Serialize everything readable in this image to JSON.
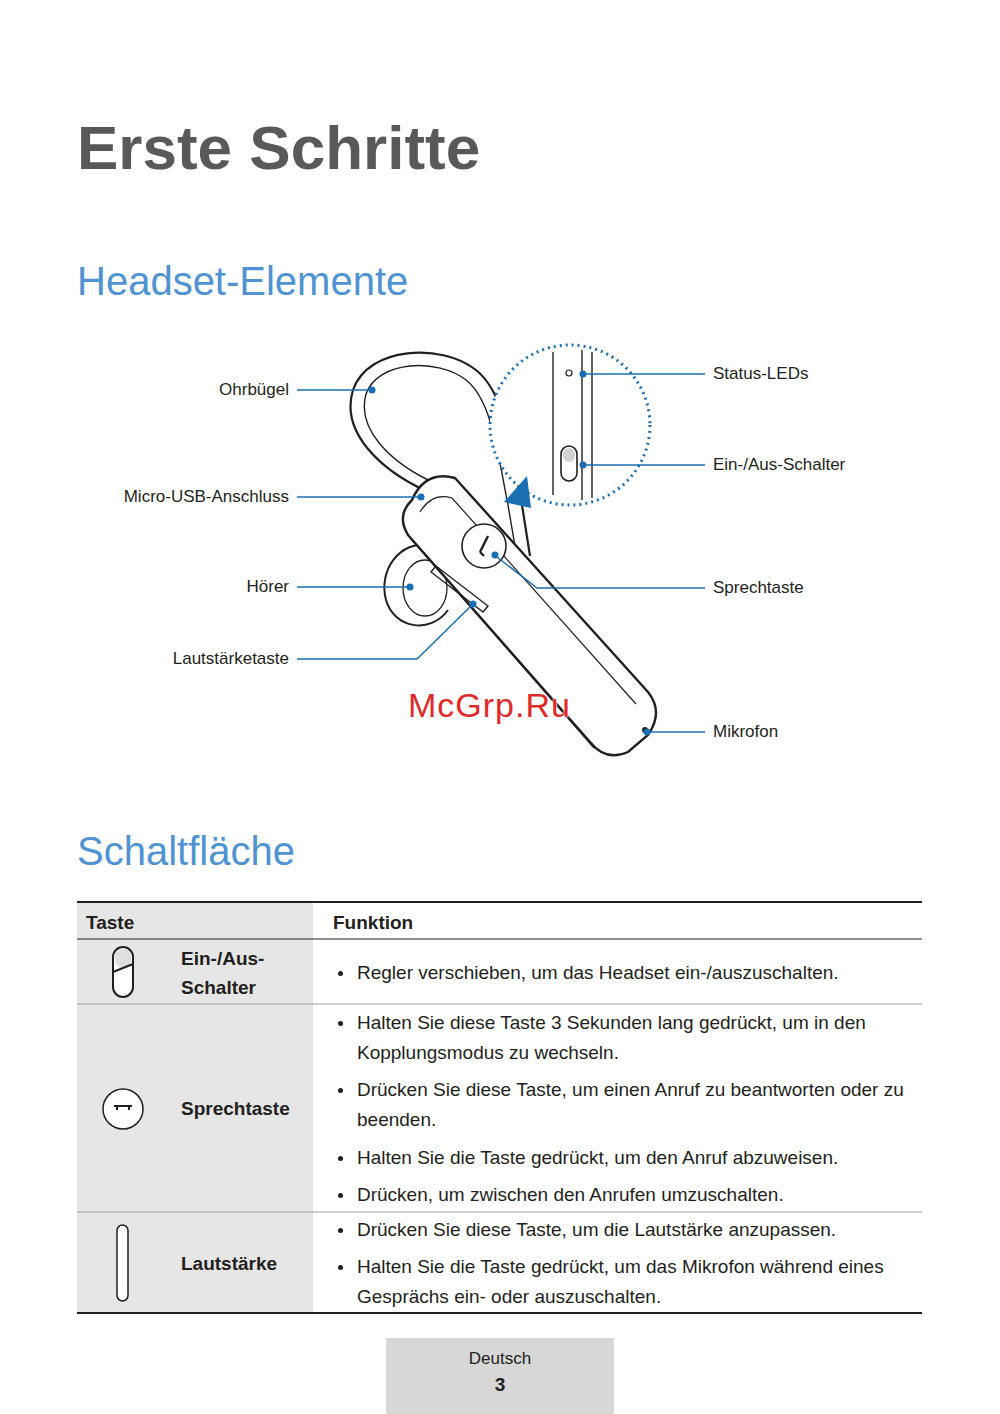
{
  "diagram": {
    "title": "Erste Schritte",
    "nodes": [
      {
        "text": [
          "Deutsch",
          "3"
        ]
      }
    ],
    "labels": [
      "Headset-Elemente",
      "Ohrbügel",
      "Micro-USB-Anschluss",
      "Hörer",
      "Lautstärketaste",
      "Status-LEDs",
      "Ein-/Aus-Schalter",
      "Sprechtaste",
      "Mikrofon",
      "McGrp.Ru",
      "Schaltfläche",
      "Taste",
      "Funktion",
      "Ein-/Aus- Schalter",
      "Regler verschieben, um das Headset ein-/auszuschalten.",
      "Halten Sie diese Taste 3 Sekunden lang gedrückt, um in den Kopplungsmodus zu wechseln.",
      "Drücken Sie diese Taste, um einen Anruf zu beantworten oder zu beenden.",
      "Halten Sie die Taste gedrückt, um den Anruf abzuweisen.",
      "Drücken, um zwischen den Anrufen umzuschalten.",
      "Sprechtaste",
      "Drücken Sie diese Taste, um die Lautstärke anzupassen.",
      "Halten Sie die Taste gedrückt, um das Mikrofon während eines Gesprächs ein- oder auszuschalten.",
      "Lautstärke"
    ]
  }
}
